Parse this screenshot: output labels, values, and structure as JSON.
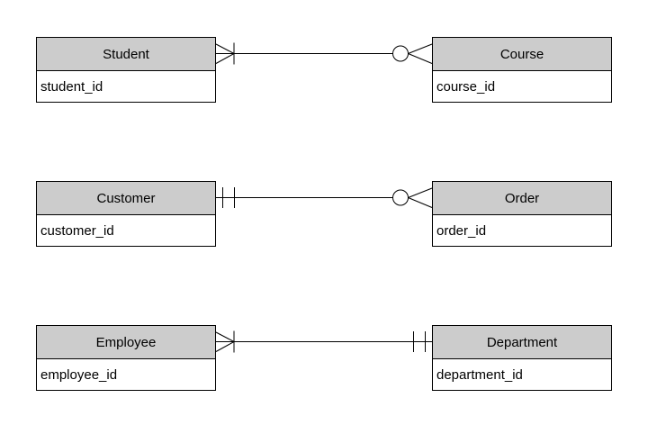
{
  "diagram": {
    "type": "entity-relationship-diagram",
    "colors": {
      "header_fill": "#cccccc",
      "body_fill": "#ffffff",
      "border": "#000000",
      "line": "#000000",
      "background": "#ffffff"
    },
    "entities": [
      {
        "name": "Student",
        "attribute": "student_id"
      },
      {
        "name": "Course",
        "attribute": "course_id"
      },
      {
        "name": "Customer",
        "attribute": "customer_id"
      },
      {
        "name": "Order",
        "attribute": "order_id"
      },
      {
        "name": "Employee",
        "attribute": "employee_id"
      },
      {
        "name": "Department",
        "attribute": "department_id"
      }
    ],
    "relationships": [
      {
        "from": "Student",
        "to": "Course",
        "from_cardinality": "one-or-many (crow's foot + bar)",
        "to_cardinality": "zero-or-many (circle + crow's foot)"
      },
      {
        "from": "Customer",
        "to": "Order",
        "from_cardinality": "exactly-one (double bar)",
        "to_cardinality": "zero-or-many (circle + crow's foot)"
      },
      {
        "from": "Employee",
        "to": "Department",
        "from_cardinality": "one-or-many (crow's foot + bar)",
        "to_cardinality": "exactly-one (double bar)"
      }
    ]
  }
}
